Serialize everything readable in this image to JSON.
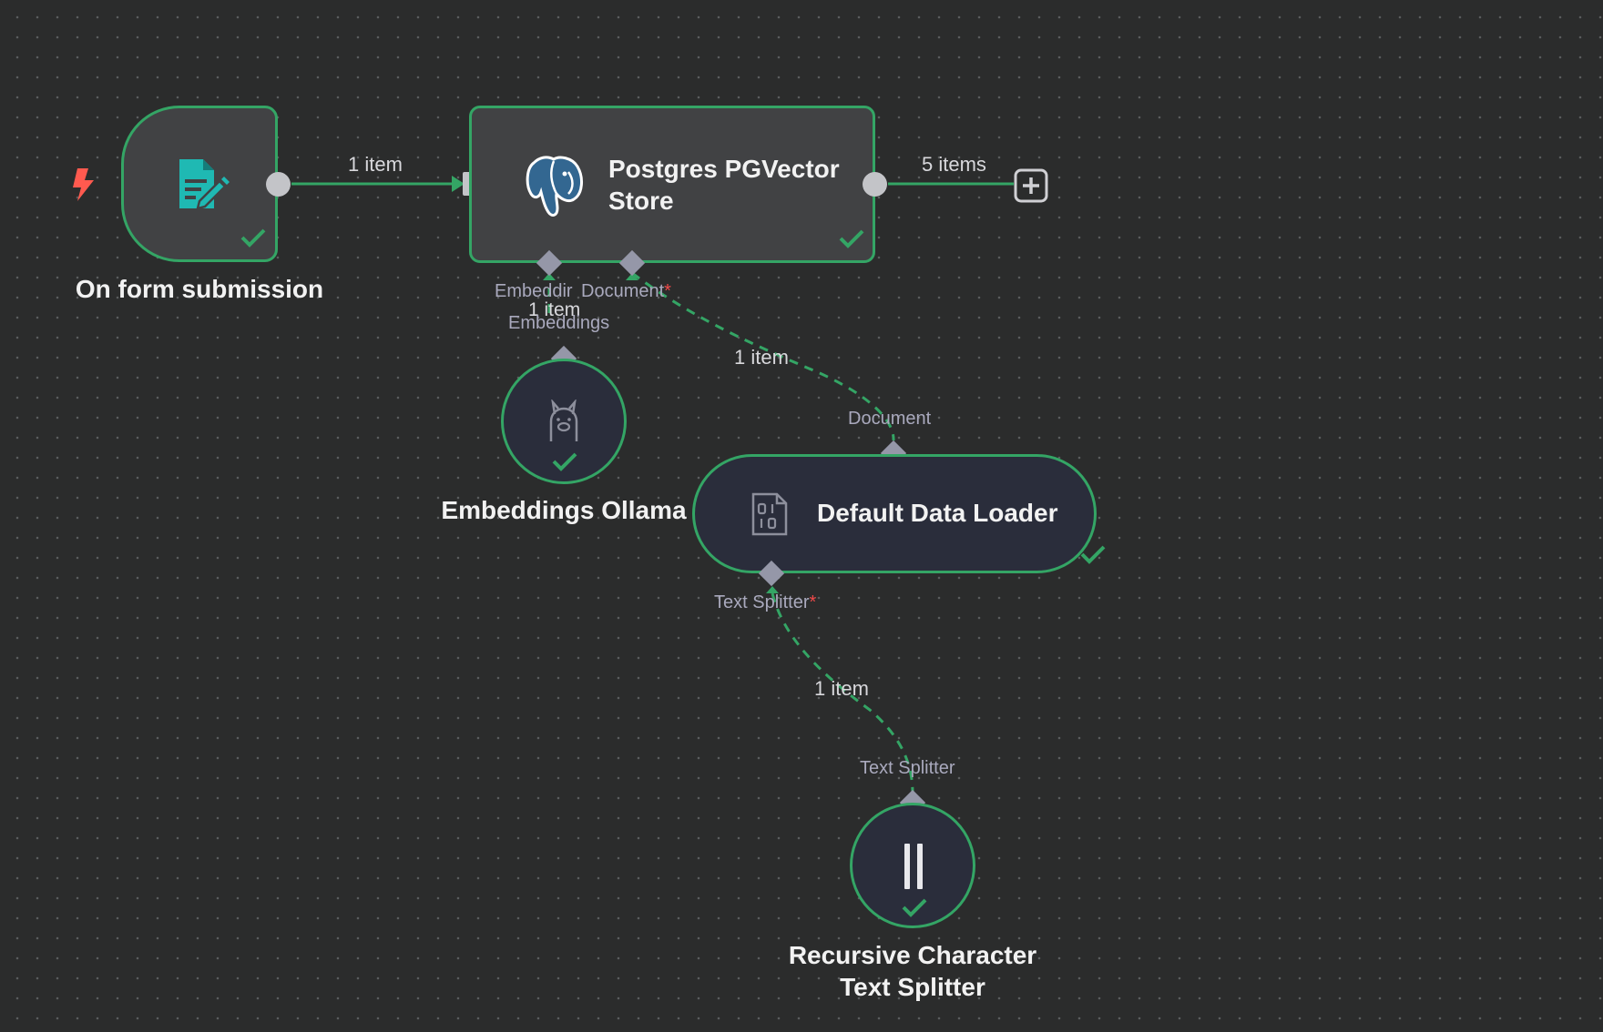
{
  "workflow": {
    "nodes": {
      "form_trigger": {
        "title": "On form submission",
        "icon": "form-edit-icon",
        "status": "success"
      },
      "pgvector": {
        "title_line1": "Postgres PGVector",
        "title_line2": "Store",
        "icon": "postgres-elephant-icon",
        "status": "success",
        "ports": {
          "embedding_short": "Embeddir",
          "document": "Document",
          "document_required": "*"
        }
      },
      "embeddings": {
        "title": "Embeddings Ollama",
        "icon": "llama-icon",
        "status": "success",
        "port": "Embeddings"
      },
      "loader": {
        "title": "Default Data Loader",
        "icon": "binary-file-icon",
        "status": "success",
        "port_in": "Document",
        "port_out": "Text Splitter",
        "port_out_required": "*"
      },
      "splitter": {
        "title_line1": "Recursive Character",
        "title_line2": "Text Splitter",
        "icon": "split-bars-icon",
        "status": "success",
        "port": "Text Splitter"
      }
    },
    "edges": {
      "trigger_to_pg": "1 item",
      "pg_output": "5 items",
      "embeddings_to_pg": "1 item",
      "loader_to_pg": "1 item",
      "splitter_to_loader": "1 item"
    }
  },
  "colors": {
    "canvas": "#2b2c2c",
    "success": "#34a565",
    "trigger_bolt": "#ff5a4f",
    "form_icon": "#1fb9b3",
    "port": "#9597a8"
  }
}
